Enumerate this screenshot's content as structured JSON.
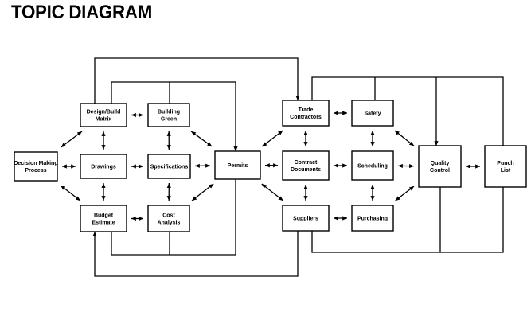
{
  "title": "TOPIC DIAGRAM",
  "nodes": {
    "decision": [
      "Decision Making",
      "Process"
    ],
    "design_build": [
      "Design/Build",
      "Matrix"
    ],
    "building_green": [
      "Building",
      "Green"
    ],
    "drawings": [
      "Drawings"
    ],
    "specifications": [
      "Specifications"
    ],
    "budget": [
      "Budget",
      "Estimate"
    ],
    "cost": [
      "Cost",
      "Analysis"
    ],
    "permits": [
      "Permits"
    ],
    "trade": [
      "Trade",
      "Contractors"
    ],
    "contract": [
      "Contract",
      "Documents"
    ],
    "suppliers": [
      "Suppliers"
    ],
    "safety": [
      "Safety"
    ],
    "scheduling": [
      "Scheduling"
    ],
    "purchasing": [
      "Purchasing"
    ],
    "quality": [
      "Quality",
      "Control"
    ],
    "punch": [
      "Punch",
      "List"
    ]
  },
  "edges": [
    [
      "decision",
      "design_build"
    ],
    [
      "decision",
      "drawings"
    ],
    [
      "decision",
      "budget"
    ],
    [
      "design_build",
      "building_green"
    ],
    [
      "design_build",
      "drawings"
    ],
    [
      "building_green",
      "specifications"
    ],
    [
      "building_green",
      "permits"
    ],
    [
      "drawings",
      "specifications"
    ],
    [
      "drawings",
      "budget"
    ],
    [
      "specifications",
      "permits"
    ],
    [
      "specifications",
      "cost"
    ],
    [
      "budget",
      "cost"
    ],
    [
      "cost",
      "permits"
    ],
    [
      "permits",
      "trade"
    ],
    [
      "permits",
      "contract"
    ],
    [
      "permits",
      "suppliers"
    ],
    [
      "trade",
      "safety"
    ],
    [
      "trade",
      "contract"
    ],
    [
      "contract",
      "scheduling"
    ],
    [
      "contract",
      "suppliers"
    ],
    [
      "safety",
      "scheduling"
    ],
    [
      "scheduling",
      "purchasing"
    ],
    [
      "suppliers",
      "purchasing"
    ],
    [
      "safety",
      "quality"
    ],
    [
      "scheduling",
      "quality"
    ],
    [
      "purchasing",
      "quality"
    ],
    [
      "quality",
      "punch"
    ]
  ]
}
